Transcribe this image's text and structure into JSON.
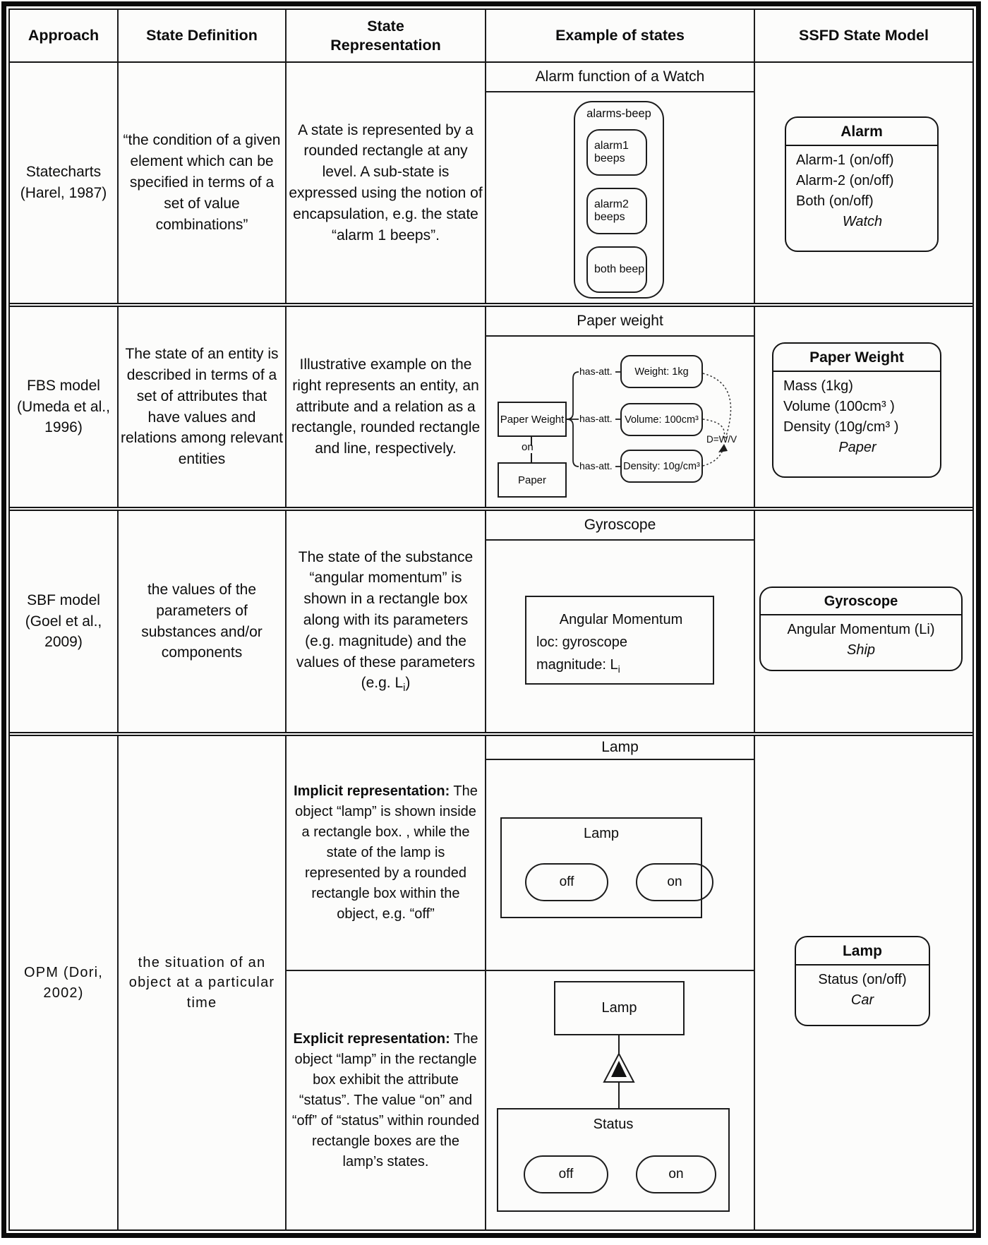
{
  "table": {
    "headers": [
      "Approach",
      "State Definition",
      "State Representation",
      "Example of states",
      "SSFD State Model"
    ],
    "rows": [
      {
        "approach": "Statecharts (Harel, 1987)",
        "definition": "“the condition of a given element which can be specified in terms of a set of value combinations”",
        "representation": "A state is represented by a rounded rectangle at any level. A sub-state is expressed using the notion of encapsulation, e.g. the state “alarm 1 beeps”.",
        "example_title": "Alarm function of a Watch",
        "watch": {
          "container": "alarms-beep",
          "states": [
            "alarm1 beeps",
            "alarm2 beeps",
            "both beep"
          ]
        },
        "ssfd": {
          "title": "Alarm",
          "lines": [
            "Alarm-1 (on/off)",
            "Alarm-2 (on/off)",
            "Both (on/off)"
          ],
          "context": "Watch"
        }
      },
      {
        "approach": "FBS model (Umeda et al., 1996)",
        "definition": "The state of an entity is described in terms of a set of attributes that have values and relations among relevant entities",
        "representation": "Illustrative example on the right represents an entity, an attribute and a relation as a rectangle, rounded rectangle and line, respectively.",
        "example_title": "Paper weight",
        "fbs": {
          "entity": "Paper Weight",
          "relation": "on",
          "entity2": "Paper",
          "link_label": "has-att.",
          "attributes": [
            "Weight: 1kg",
            "Volume: 100cm³",
            "Density: 10g/cm³"
          ],
          "formula": "D=W/V"
        },
        "ssfd": {
          "title": "Paper Weight",
          "lines": [
            "Mass (1kg)",
            "Volume (100cm³ )",
            "Density (10g/cm³ )"
          ],
          "context": "Paper"
        }
      },
      {
        "approach": "SBF model (Goel et al., 2009)",
        "definition": "the values of the parameters of substances and/or components",
        "representation_pre": "The state of the substance “angular momentum” is shown in a rectangle box along with its parameters (e.g. magnitude) and the values of these parameters (e.g. L",
        "representation_sub": "i",
        "representation_post": ")",
        "example_title": "Gyroscope",
        "sbf": {
          "line1": "Angular Momentum",
          "line2": "loc: gyroscope",
          "line3_pre": "magnitude: L",
          "line3_sub": "i"
        },
        "ssfd": {
          "title": "Gyroscope",
          "lines": [
            "Angular Momentum (Li)"
          ],
          "context": "Ship"
        }
      },
      {
        "approach": "OPM (Dori, 2002)",
        "definition": "the situation of an object at a particular time",
        "rep_implicit_lead": "Implicit representation:",
        "rep_implicit_body": " The object “lamp” is shown inside a rectangle box. , while the state of the lamp is represented by a rounded rectangle box within the object, e.g. “off”",
        "rep_explicit_lead": "Explicit representation:",
        "rep_explicit_body": " The object “lamp” in the rectangle box exhibit the attribute “status”. The value “on” and “off” of “status” within rounded rectangle boxes are the lamp’s states.",
        "example_title": "Lamp",
        "opm_implicit": {
          "box": "Lamp",
          "states": [
            "off",
            "on"
          ]
        },
        "opm_explicit": {
          "top": "Lamp",
          "bottom": "Status",
          "states": [
            "off",
            "on"
          ]
        },
        "ssfd": {
          "title": "Lamp",
          "lines": [
            "Status (on/off)"
          ],
          "context": "Car"
        }
      }
    ]
  }
}
